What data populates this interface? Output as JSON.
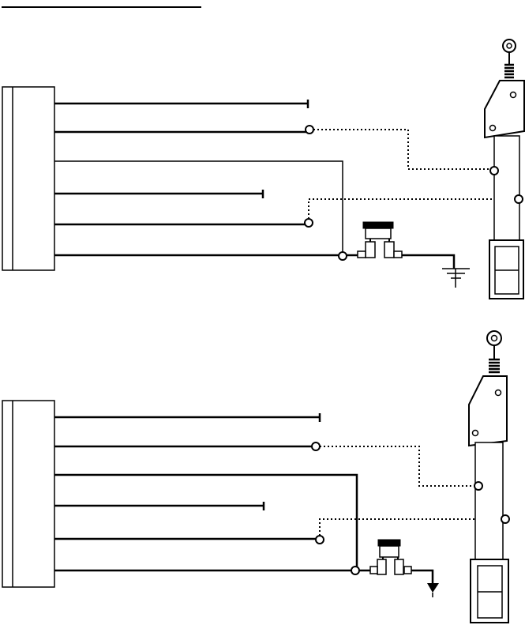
{
  "diagrams": [
    {
      "id": "upper",
      "control_unit_wires": 6,
      "actuator_count": 1,
      "ground_symbol": "ground-icon"
    },
    {
      "id": "lower",
      "control_unit_wires": 6,
      "actuator_count": 1,
      "ground_symbol": "ground-arrow-icon"
    }
  ],
  "colors": {
    "line": "#000000",
    "background": "#ffffff"
  }
}
